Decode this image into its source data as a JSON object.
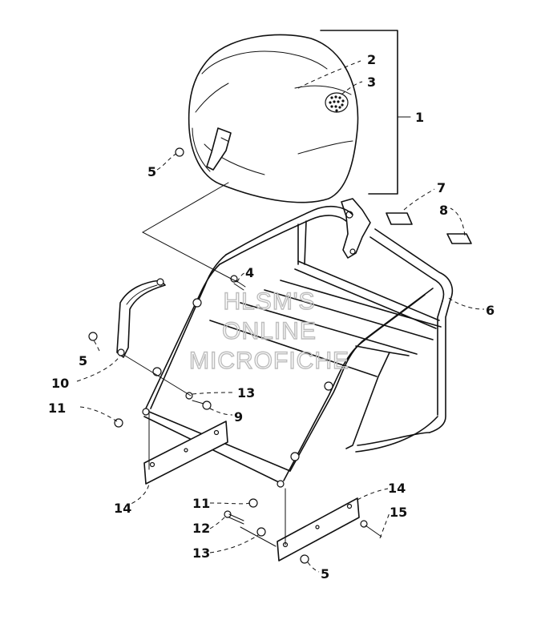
{
  "watermark": {
    "line1": "HLSM'S",
    "line2": "ONLINE",
    "line3": "MICROFICHE"
  },
  "callouts": {
    "c1": "1",
    "c2": "2",
    "c3": "3",
    "c4": "4",
    "c5a": "5",
    "c5b": "5",
    "c5c": "5",
    "c6": "6",
    "c7": "7",
    "c8": "8",
    "c9": "9",
    "c10": "10",
    "c11a": "11",
    "c11b": "11",
    "c12": "12",
    "c13a": "13",
    "c13b": "13",
    "c14a": "14",
    "c14b": "14",
    "c15": "15"
  }
}
